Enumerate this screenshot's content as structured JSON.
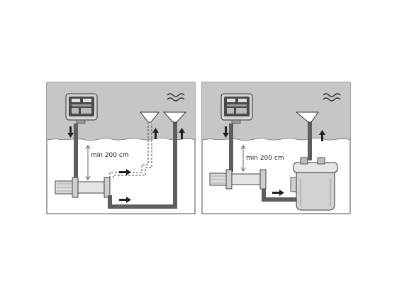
{
  "panels": [
    {
      "id": "left",
      "depth_label": "min 200 cm"
    },
    {
      "id": "right",
      "depth_label": "min 200 cm"
    }
  ],
  "icons": {
    "water_surface": "wave-icon",
    "flow": "arrow-icon"
  },
  "colors": {
    "water": "#c6c6c6",
    "pipe": "#5e5e5e",
    "frame": "#6a6a6a",
    "equipment": "#dcdcdc"
  }
}
